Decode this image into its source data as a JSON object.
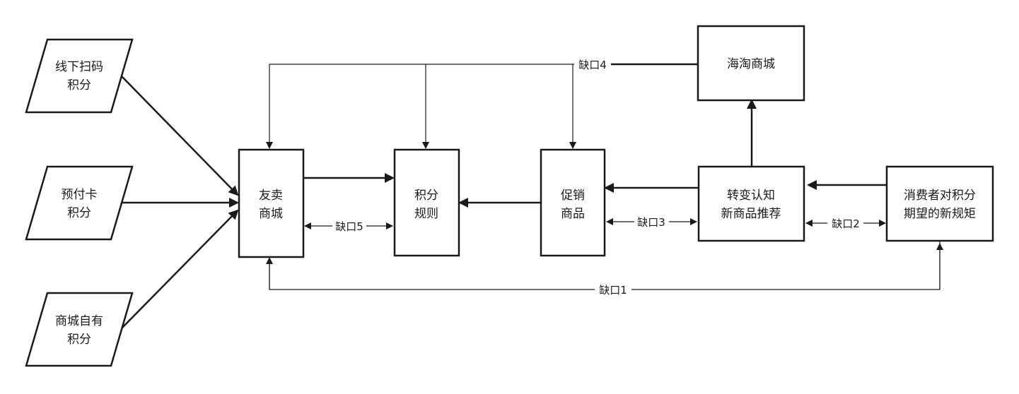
{
  "nodes": {
    "offline_scan": {
      "line1": "线下扫码",
      "line2": "积分"
    },
    "prepaid_card": {
      "line1": "预付卡",
      "line2": "积分"
    },
    "mall_own": {
      "line1": "商城自有",
      "line2": "积分"
    },
    "friend_mall": {
      "line1": "友卖",
      "line2": "商城"
    },
    "points_rules": {
      "line1": "积分",
      "line2": "规则"
    },
    "promo_goods": {
      "line1": "促销",
      "line2": "商品"
    },
    "haitao_mall": {
      "line1": "海淘商城"
    },
    "transform": {
      "line1": "转变认知",
      "line2": "新商品推荐"
    },
    "consumer_expect": {
      "line1": "消费者对积分",
      "line2": "期望的新规矩"
    }
  },
  "gaps": {
    "gap1": "缺口1",
    "gap2": "缺口2",
    "gap3": "缺口3",
    "gap4": "缺口4",
    "gap5": "缺口5"
  },
  "colors": {
    "stroke": "#1a1a1a",
    "fill": "#ffffff"
  }
}
